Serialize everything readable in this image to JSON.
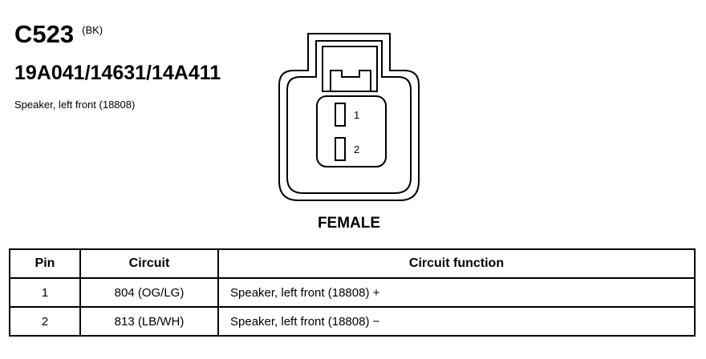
{
  "header": {
    "connector_id": "C523",
    "color_code": "(BK)",
    "part_numbers": "19A041/14631/14A411",
    "description": "Speaker, left front (18808)"
  },
  "connector": {
    "gender": "FEMALE",
    "pins": [
      {
        "label": "1"
      },
      {
        "label": "2"
      }
    ]
  },
  "table": {
    "headers": {
      "pin": "Pin",
      "circuit": "Circuit",
      "function": "Circuit function"
    },
    "rows": [
      {
        "pin": "1",
        "circuit": "804 (OG/LG)",
        "function": "Speaker, left front (18808) +"
      },
      {
        "pin": "2",
        "circuit": "813 (LB/WH)",
        "function": "Speaker, left front (18808) −"
      }
    ]
  }
}
